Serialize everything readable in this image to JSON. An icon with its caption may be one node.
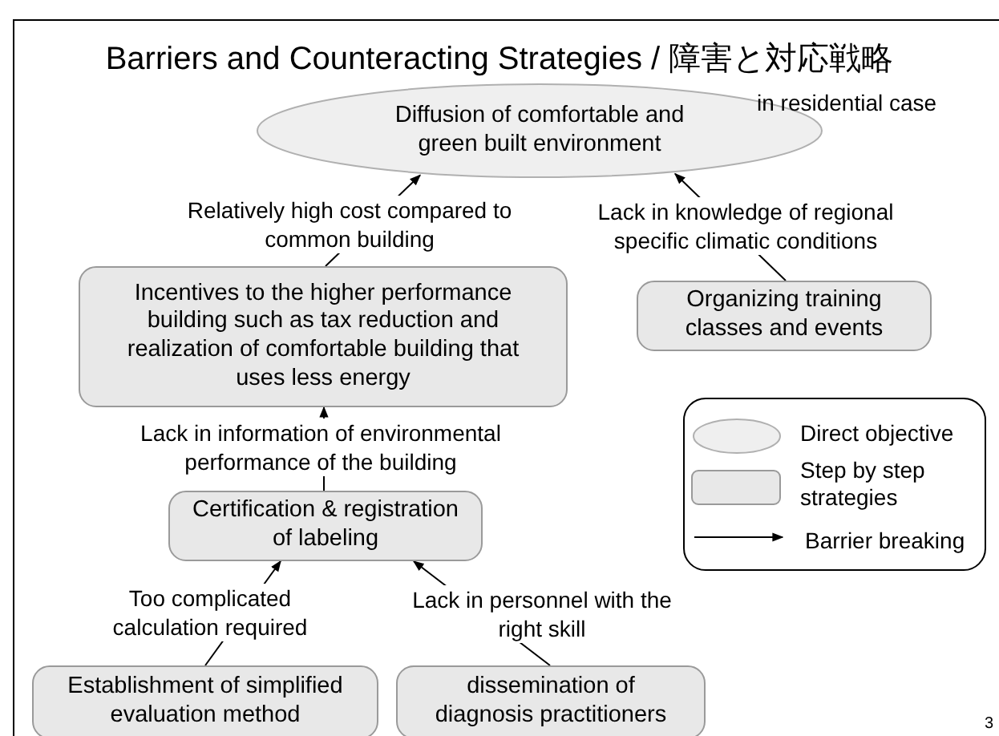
{
  "diagram": {
    "title": "Barriers and Counteracting Strategies / 障害と対応戦略",
    "nodes": [
      {
        "text": [
          "Diffusion of comfortable and green built environment"
        ]
      },
      {
        "text": [
          "Incentives to the higher performance building such as tax reduction and realization of comfortable building that uses less energy"
        ]
      },
      {
        "text": [
          "Organizing training classes and events"
        ]
      },
      {
        "text": [
          "Certification & registration of labeling"
        ]
      },
      {
        "text": [
          "Establishment of simplified evaluation method"
        ]
      },
      {
        "text": [
          "dissemination of diagnosis practitioners"
        ]
      }
    ],
    "edges": [
      {
        "from": 1,
        "to": 0,
        "arrow": "to",
        "label": "Relatively high cost compared to common building"
      },
      {
        "from": 2,
        "to": 0,
        "arrow": "to",
        "label": "Lack in knowledge of regional specific climatic conditions"
      },
      {
        "from": 3,
        "to": 1,
        "arrow": "to",
        "label": "Lack in information of environmental performance of the building"
      },
      {
        "from": 4,
        "to": 3,
        "arrow": "to",
        "label": "Too complicated calculation required"
      },
      {
        "from": 5,
        "to": 3,
        "arrow": "to",
        "label": "Lack in personnel with the right skill"
      }
    ],
    "labels": [
      "in residential case",
      "3"
    ],
    "legend": [
      {
        "text": "Direct objective"
      },
      {
        "text": "Step by step strategies"
      },
      {
        "text": "Barrier breaking"
      }
    ]
  }
}
